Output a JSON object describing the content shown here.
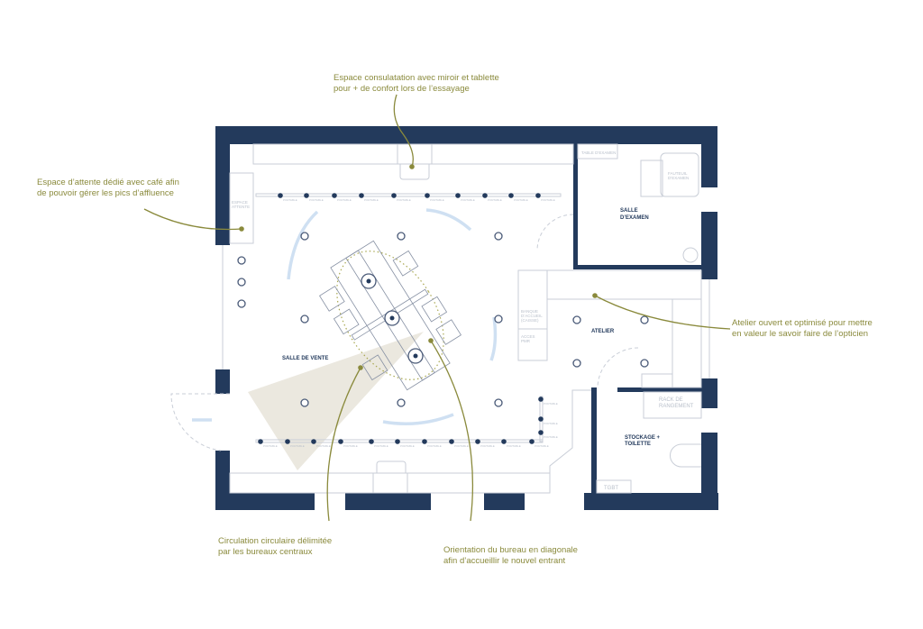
{
  "colors": {
    "wall": "#233a5c",
    "annotation": "#8a8a3c",
    "circulation": "#cfe0f2",
    "view_cone": "#ebe8df"
  },
  "annotations": {
    "consultation": [
      "Espace consulatation avec miroir et tablette",
      "pour + de confort lors de l’essayage"
    ],
    "waiting": [
      "Espace d’attente dédié avec café afin",
      "de pouvoir gérer les pics d’affluence"
    ],
    "atelier": [
      "Atelier ouvert et optimisé pour mettre",
      "en valeur le savoir faire de l’opticien"
    ],
    "circulation": [
      "Circulation circulaire délimitée",
      "par les bureaux centraux"
    ],
    "orientation": [
      "Orientation du bureau en diagonale",
      "afin d’accueillir le nouvel entrant"
    ]
  },
  "rooms": {
    "sales": "SALLE DE VENTE",
    "exam": [
      "SALLE",
      "D’EXAMEN"
    ],
    "atelier": "ATELIER",
    "storage": [
      "STOCKAGE +",
      "TOILETTE"
    ]
  },
  "labels": {
    "waiting_area": [
      "ESPACE",
      "ATTENTE"
    ],
    "exam_table": "TABLE D’EXAMEN",
    "exam_chair": [
      "FAUTEUIL",
      "D’EXAMEN"
    ],
    "reception": [
      "BANQUE",
      "D’ACCUEIL",
      "(CAISSE)"
    ],
    "pmr": [
      "ACCES",
      "PMR"
    ],
    "rack": [
      "RACK DE",
      "RANGEMENT"
    ],
    "tgbt": "TGBT",
    "spot": "PORTABLE"
  }
}
